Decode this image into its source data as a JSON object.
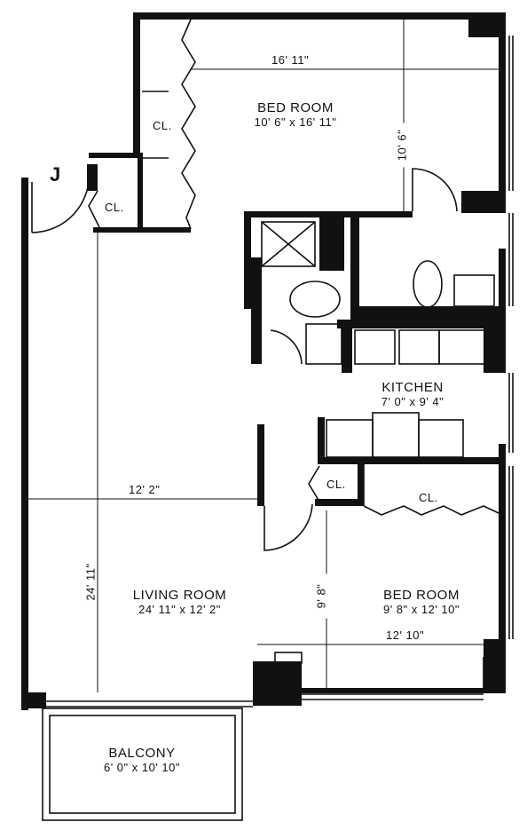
{
  "rooms": {
    "bedroom_top": {
      "name": "BED ROOM",
      "size": "10' 6\" x 16' 11\""
    },
    "bedroom_bottom": {
      "name": "BED ROOM",
      "size": "9' 8\" x 12' 10\""
    },
    "living_room": {
      "name": "LIVING ROOM",
      "size": "24' 11\" x 12' 2\""
    },
    "kitchen": {
      "name": "KITCHEN",
      "size": "7' 0\" x 9' 4\""
    },
    "balcony": {
      "name": "BALCONY",
      "size": "6' 0\" x 10' 10\""
    }
  },
  "closets": {
    "cl_top_bedroom": "CL.",
    "cl_entry": "CL.",
    "cl_hall": "CL.",
    "cl_bottom_bedroom": "CL."
  },
  "dimensions": {
    "top_width": "16' 11\"",
    "top_depth": "10' 6\"",
    "living_width": "12' 2\"",
    "living_length": "24' 11\"",
    "bottom_depth": "9' 8\"",
    "bottom_width": "12' 10\""
  },
  "entry_marker": "J"
}
